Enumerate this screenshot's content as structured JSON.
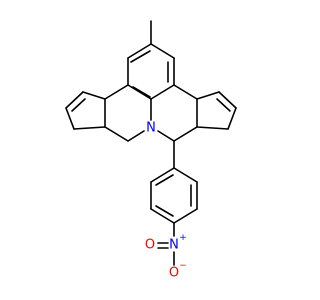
{
  "molecule": {
    "atom_labels": {
      "ring_nitrogen": "N",
      "nitro_nitrogen": "N",
      "nitro_nitrogen_charge": "+",
      "nitro_oxygen_double": "O",
      "nitro_oxygen_single": "O",
      "nitro_oxygen_charge": "−"
    },
    "colors": {
      "bond": "#000000",
      "nitrogen": "#0000ff",
      "oxygen": "#ff0000",
      "background": "#ffffff"
    }
  }
}
